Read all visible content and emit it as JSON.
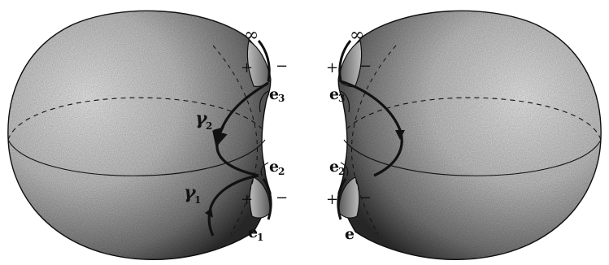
{
  "labels": {
    "infinity_left": "∞",
    "infinity_right": "∞",
    "plus_left_top": "+",
    "minus_left_top": "−",
    "plus_left_bottom": "+",
    "minus_left_bottom": "−",
    "plus_right_top": "+",
    "minus_right_top": "−",
    "plus_right_bottom": "+",
    "minus_right_bottom": "−",
    "e_letter": "e",
    "sub_1": "1",
    "sub_2": "2",
    "sub_3": "3",
    "gamma_letter": "γ",
    "gamma_sub_2": "2",
    "gamma_sub_1": "1"
  },
  "colors": {
    "sphere_light": "#f2f2f2",
    "sphere_mid": "#9a9a9a",
    "sphere_dark": "#2e2e2e",
    "ink": "#111111"
  }
}
